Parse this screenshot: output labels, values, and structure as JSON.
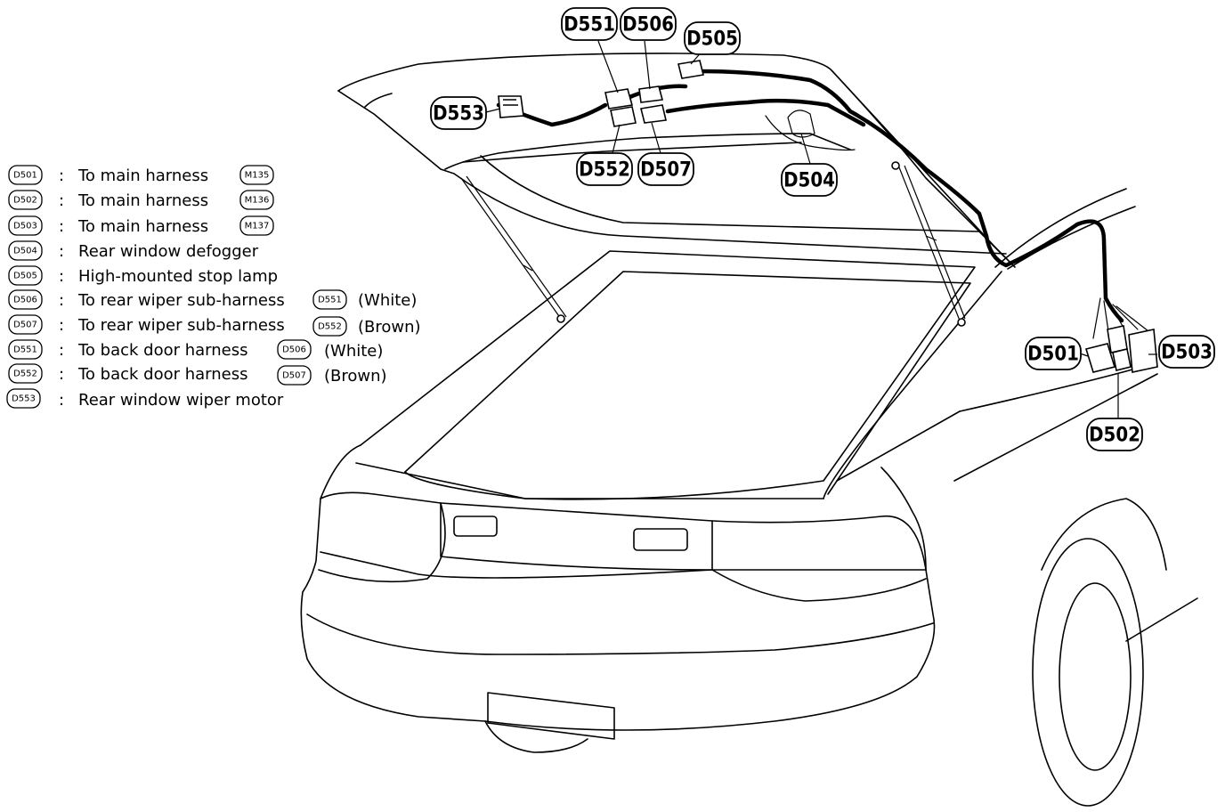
{
  "callouts": {
    "d551": "D551",
    "d506": "D506",
    "d505": "D505",
    "d553": "D553",
    "d552": "D552",
    "d507": "D507",
    "d504": "D504",
    "d501": "D501",
    "d503": "D503",
    "d502": "D502"
  },
  "legend": [
    {
      "code": "D501",
      "sep": ":",
      "text": "To main harness",
      "ref": "M135",
      "note": ""
    },
    {
      "code": "D502",
      "sep": ":",
      "text": "To main harness",
      "ref": "M136",
      "note": ""
    },
    {
      "code": "D503",
      "sep": ":",
      "text": "To main harness",
      "ref": "M137",
      "note": ""
    },
    {
      "code": "D504",
      "sep": ":",
      "text": "Rear window defogger",
      "ref": "",
      "note": ""
    },
    {
      "code": "D505",
      "sep": ":",
      "text": "High-mounted stop lamp",
      "ref": "",
      "note": ""
    },
    {
      "code": "D506",
      "sep": ":",
      "text": "To rear wiper sub-harness",
      "ref": "D551",
      "note": "(White)"
    },
    {
      "code": "D507",
      "sep": ":",
      "text": "To rear wiper sub-harness",
      "ref": "D552",
      "note": "(Brown)"
    },
    {
      "code": "D551",
      "sep": ":",
      "text": "To back door harness",
      "ref": "D506",
      "note": "(White)"
    },
    {
      "code": "D552",
      "sep": ":",
      "text": "To back door harness",
      "ref": "D507",
      "note": "(Brown)"
    },
    {
      "code": "D553",
      "sep": ":",
      "text": "Rear window wiper motor",
      "ref": "",
      "note": ""
    }
  ]
}
